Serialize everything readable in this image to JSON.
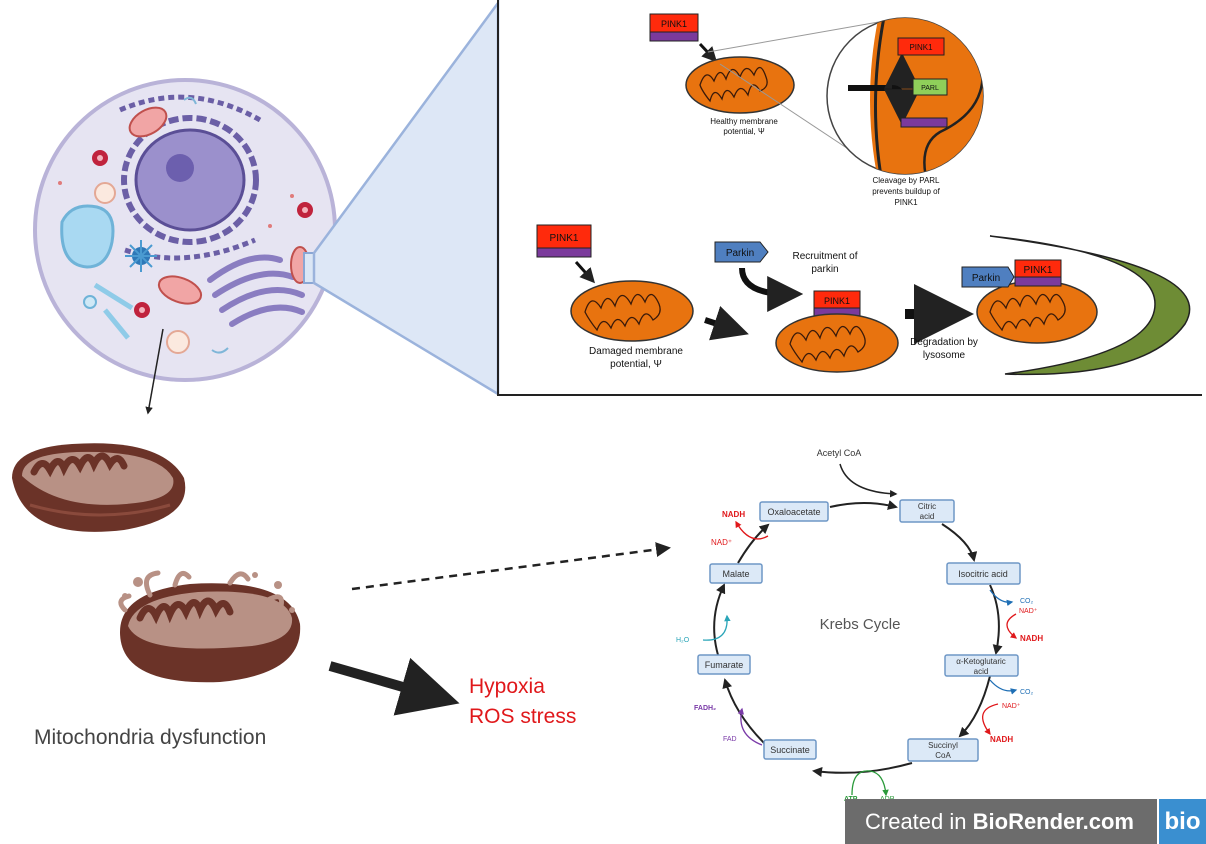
{
  "zoom_panel": {
    "healthy": {
      "pink1": "PINK1",
      "parl": "PARL",
      "membrane_label_1": "Healthy membrane",
      "membrane_label_2": "potential, Ψ",
      "cleavage_1": "Cleavage by PARL",
      "cleavage_2": "prevents buildup of",
      "cleavage_3": "PINK1",
      "zoom_pink1": "PINK1"
    },
    "damaged": {
      "pink1": "PINK1",
      "membrane_label_1": "Damaged membrane",
      "membrane_label_2": "potential, Ψ",
      "parkin": "Parkin",
      "recruitment_1": "Recruitment of",
      "recruitment_2": "parkin",
      "recruited_pink1": "PINK1",
      "degradation_1": "Degradation by",
      "degradation_2": "lysosome",
      "lyso_parkin": "Parkin",
      "lyso_pink1": "PINK1"
    }
  },
  "left": {
    "dysfunction_label": "Mitochondria dysfunction",
    "hypoxia": "Hypoxia",
    "ros_stress": "ROS stress"
  },
  "krebs": {
    "title": "Krebs Cycle",
    "acetyl_coa": "Acetyl CoA",
    "nodes": {
      "oxaloacetate": "Oxaloacetate",
      "citric_1": "Citric",
      "citric_2": "acid",
      "isocitric": "Isocitric acid",
      "aketo_1": "α-Ketoglutaric",
      "aketo_2": "acid",
      "succinyl_1": "Succinyl",
      "succinyl_2": "CoA",
      "succinate": "Succinate",
      "fumarate": "Fumarate",
      "malate": "Malate"
    },
    "cofactors": {
      "nadh_top": "NADH",
      "nad_top": "NAD⁺",
      "co2_1": "CO₂",
      "nad_1": "NAD⁺",
      "nadh_1": "NADH",
      "co2_2": "CO₂",
      "nad_2": "NAD⁺",
      "nadh_2": "NADH",
      "atp": "ATP",
      "adp": "ADP",
      "fadh2": "FADH₂",
      "fad": "FAD",
      "h2o": "H₂O"
    }
  },
  "branding": {
    "created_in": "Created in ",
    "brand": "BioRender.com",
    "logo": "bio"
  },
  "colors": {
    "mito_orange": "#e8730f",
    "pink1_red": "#ff2a0c",
    "purple_bar": "#7b3a9c",
    "parl_green": "#8fcf5a",
    "parkin_blue": "#4f7fc0",
    "lysosome_green": "#6e8c35",
    "krebs_node": "#dce9f7",
    "text_red": "#e0181b",
    "mito_brown": "#7a3f33"
  }
}
